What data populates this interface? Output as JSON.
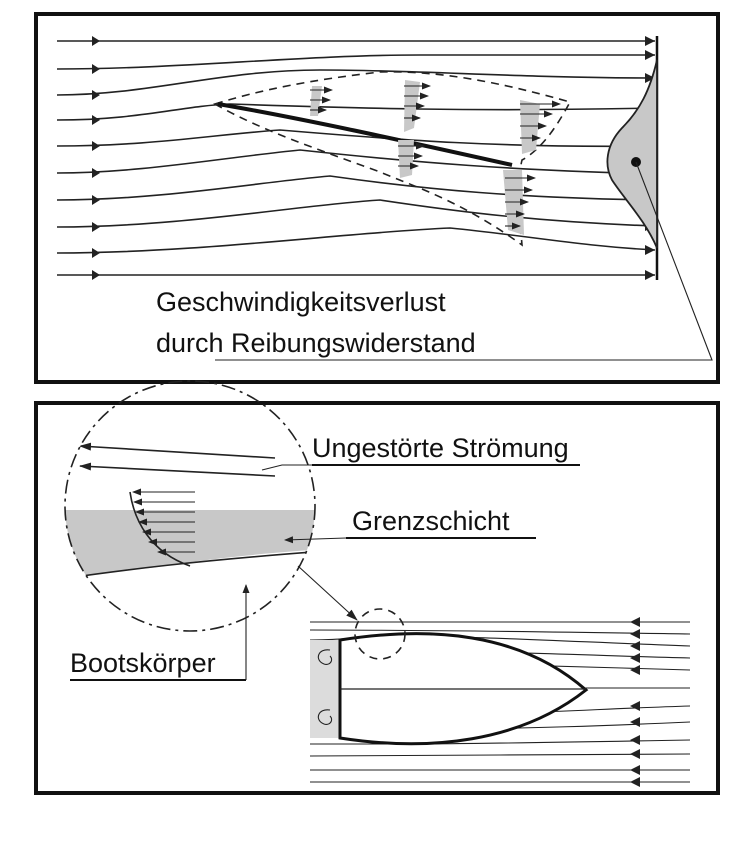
{
  "upper_panel": {
    "label_line1": "Geschwindigkeitsverlust",
    "label_line2": "durch Reibungswiderstand"
  },
  "lower_panel": {
    "label_undisturbed": "Ungestörte Strömung",
    "label_boundary_layer": "Grenzschicht",
    "label_hull": "Bootskörper"
  },
  "colors": {
    "line": "#222222",
    "shade": "#c8c8c8",
    "background": "#ffffff"
  }
}
